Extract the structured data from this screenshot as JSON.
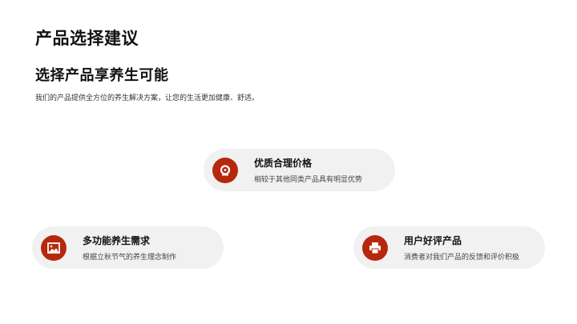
{
  "header": {
    "title": "产品选择建议",
    "subtitle": "选择产品享养生可能",
    "description": "我们的产品提供全方位的养生解决方案，让您的生活更加健康、舒适。"
  },
  "cards": [
    {
      "icon": "disc-icon",
      "title": "优质合理价格",
      "text": "相较于其他同类产品具有明显优势"
    },
    {
      "icon": "image-icon",
      "title": "多功能养生需求",
      "text": "根据立秋节气的养生理念制作"
    },
    {
      "icon": "printer-icon",
      "title": "用户好评产品",
      "text": "消费者对我们产品的反馈和评价积极"
    }
  ],
  "colors": {
    "accent": "#b5280d",
    "card_bg": "#f1f1f1"
  }
}
